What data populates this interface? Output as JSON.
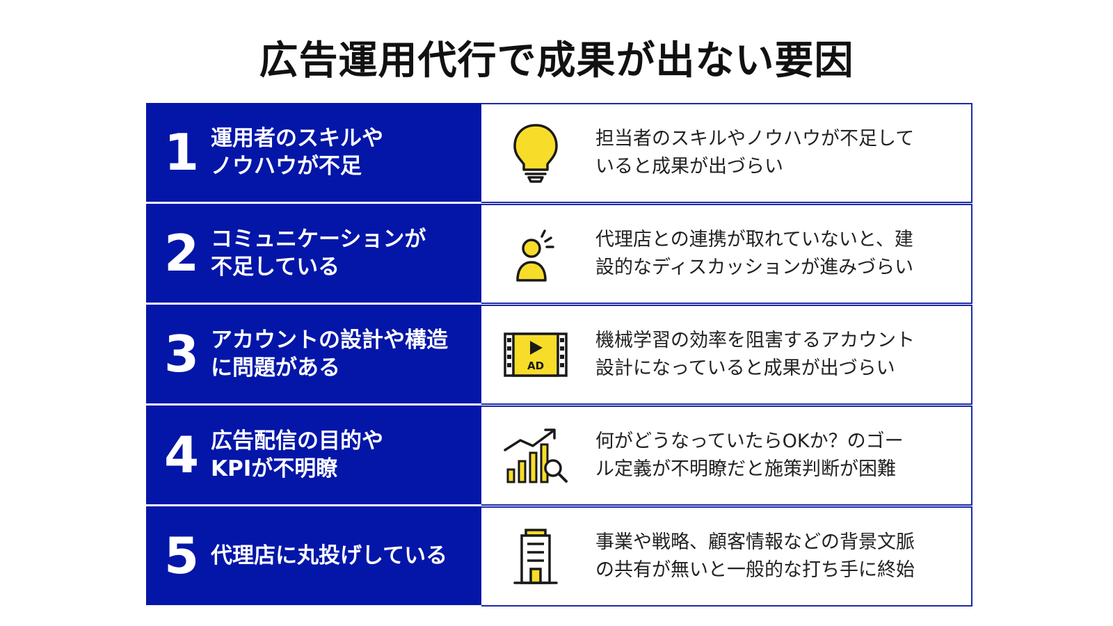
{
  "title": "広告運用代行で成果が出ない要因",
  "colors": {
    "navy": "#0416a8",
    "border": "#1c2aa8",
    "icon_yellow": "#f7dd2a",
    "icon_stroke": "#1a1a1a"
  },
  "rows": [
    {
      "number": "1",
      "label": "運用者のスキルや\nノウハウが不足",
      "icon": "lightbulb-icon",
      "description": "担当者のスキルやノウハウが不足して\nいると成果が出づらい"
    },
    {
      "number": "2",
      "label": "コミュニケーションが\n不足している",
      "icon": "person-speaking-icon",
      "description": "代理店との連携が取れていないと、建\n設的なディスカッションが進みづらい"
    },
    {
      "number": "3",
      "label": "アカウントの設計や構造\nに問題がある",
      "icon": "video-ad-icon",
      "ad_text": "AD",
      "description": "機械学習の効率を阻害するアカウント\n設計になっていると成果が出づらい"
    },
    {
      "number": "4",
      "label": "広告配信の目的や\nKPIが不明瞭",
      "icon": "growth-chart-magnifier-icon",
      "description": "何がどうなっていたらOKか？のゴー\nル定義が不明瞭だと施策判断が困難"
    },
    {
      "number": "5",
      "label": "代理店に丸投げしている",
      "icon": "building-icon",
      "description": "事業や戦略、顧客情報などの背景文脈\nの共有が無いと一般的な打ち手に終始"
    }
  ]
}
